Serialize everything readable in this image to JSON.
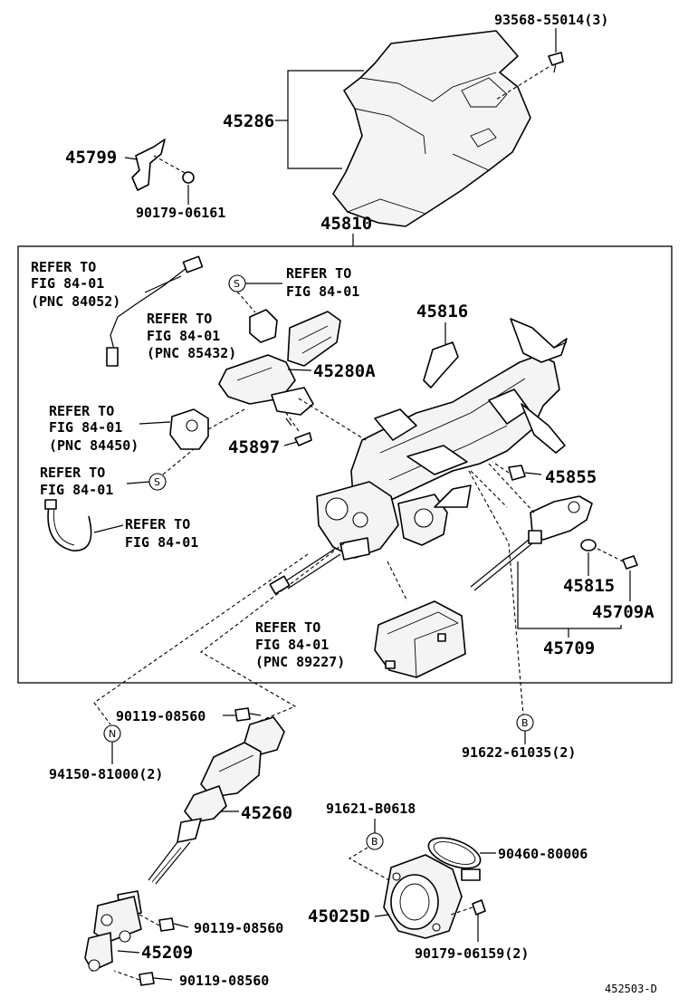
{
  "labels": {
    "p93568": "93568-55014(3)",
    "p45286": "45286",
    "p45799": "45799",
    "p90179_06161": "90179-06161",
    "p45810": "45810",
    "refer_to": "REFER TO",
    "fig_84_01": "FIG 84-01",
    "pnc_84052": "(PNC 84052)",
    "pnc_85432": "(PNC 85432)",
    "pnc_84450": "(PNC 84450)",
    "pnc_89227": "(PNC 89227)",
    "p45816": "45816",
    "p45280A": "45280A",
    "p45897": "45897",
    "p45855": "45855",
    "p45815": "45815",
    "p45709A": "45709A",
    "p45709": "45709",
    "p90119_08560": "90119-08560",
    "p94150": "94150-81000(2)",
    "p91622": "91622-61035(2)",
    "p45260": "45260",
    "p91621": "91621-B0618",
    "p90460": "90460-80006",
    "p45025D": "45025D",
    "p90179_06159": "90179-06159(2)",
    "p45209": "45209",
    "diagram_id": "452503-D"
  },
  "markers": {
    "S": "S",
    "N": "N",
    "B": "B"
  }
}
